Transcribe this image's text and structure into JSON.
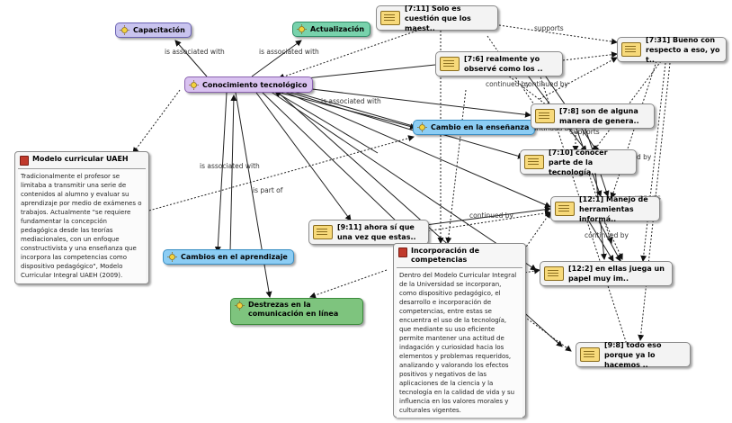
{
  "codes": {
    "capacitacion": "Capacitación",
    "actualizacion": "Actualización",
    "conocimiento": "Conocimiento tecnológico",
    "cambio_ensenanza": "Cambio en la enseñanza",
    "cambios_aprendizaje": "Cambios en el aprendizaje",
    "destrezas": "Destrezas en la comunicación en línea"
  },
  "quotes": {
    "q7_11": "[7:11] Solo es cuestión que los maest..",
    "q7_6": "[7:6] realmente yo observé como los ..",
    "q7_31": "[7:31] Bueno con respecto a eso, yo t..",
    "q7_8": "[7:8] son de alguna manera de genera..",
    "q7_10": "[7:10] conocer parte de la tecnología..",
    "q12_1": "[12:1] Manejo de herramientas informá..",
    "q9_11": "[9:11] ahora sí que una vez que estas..",
    "q12_2": "[12:2] en ellas juega un papel muy im..",
    "q9_8": "[9:8] todo eso porque ya lo hacemos .."
  },
  "memos": {
    "modelo_title": "Modelo curricular UAEH",
    "modelo_body": "Tradicionalmente el profesor se limitaba a transmitir una serie de contenidos al alumno y evaluar su aprendizaje por medio de exámenes o trabajos. Actualmente \"se requiere fundamentar la concepción pedagógica desde las teorías mediacionales, con un enfoque constructivista y una enseñanza que incorpora las competencias como dispositivo pedagógico\", Modelo Curricular Integral UAEH (2009).",
    "incorporacion_title": "Incorporación de competencias",
    "incorporacion_body": "Dentro del Modelo Curricular Integral de la Universidad se incorporan, como dispositivo pedagógico, el desarrollo e incorporación de competencias, entre estas se encuentra el uso de la tecnología, que mediante su uso eficiente permite mantener una actitud de indagación y curiosidad hacia los elementos y problemas requeridos, analizando y valorando los efectos positivos y negativos de las aplicaciones de la ciencia y la tecnología en la calidad de vida y su influencia en los valores morales y culturales vigentes."
  },
  "edge_labels": {
    "assoc_capacitacion": "is associated with",
    "assoc_actualizacion": "is associated with",
    "assoc_cambio": "is associated with",
    "assoc_modelo": "is associated with",
    "part_of": "is part of",
    "supports_top": "supports",
    "supports_mid": "supports",
    "continued_a": "continued by",
    "continued_b": "continued by",
    "continued_c": "continued by",
    "continued_d": "continued by",
    "continued_e": "continued by",
    "frag_right1": "d by",
    "frag_right2": "upports"
  },
  "colors": {
    "capacitacion": "#c9c4ef",
    "conocimiento": "#d9c2f0",
    "actualizacion": "#78d2ac",
    "cambio": "#8ccdf4",
    "destrezas": "#7ec47e",
    "quote": "#f3f3f3",
    "memo_icon": "#c0392b"
  }
}
